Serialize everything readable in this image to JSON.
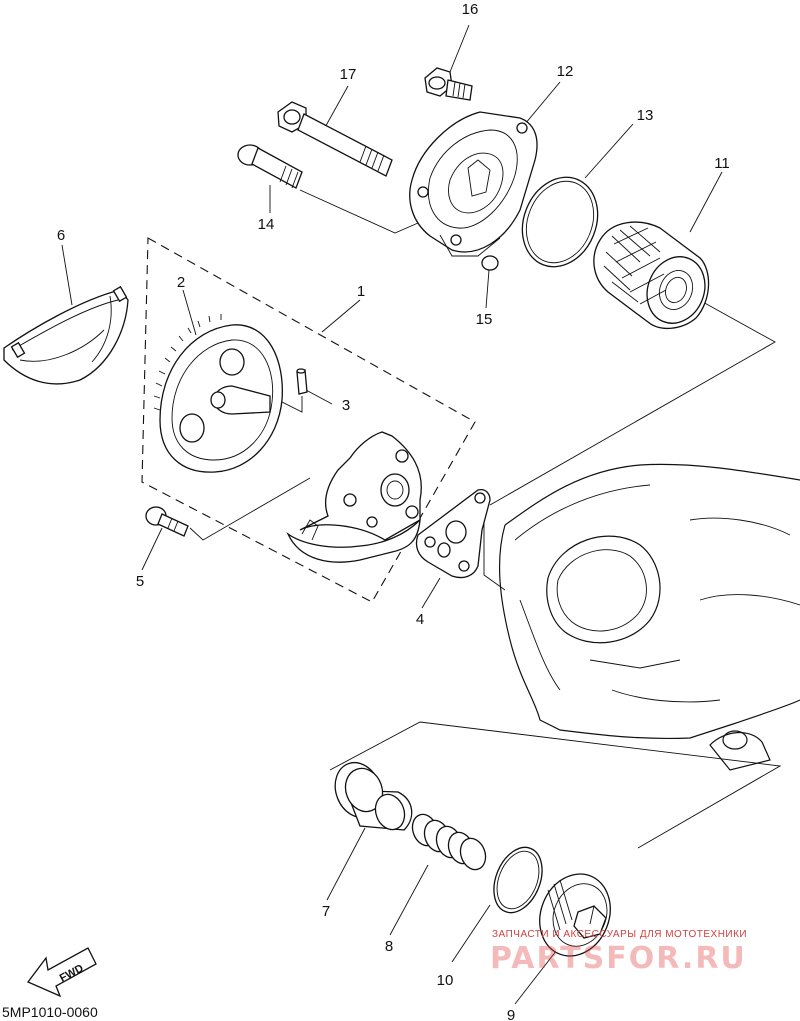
{
  "diagram": {
    "callouts": {
      "c1": "1",
      "c2": "2",
      "c3": "3",
      "c4": "4",
      "c5": "5",
      "c6": "6",
      "c7": "7",
      "c8": "8",
      "c9": "9",
      "c10": "10",
      "c11": "11",
      "c12": "12",
      "c13": "13",
      "c14": "14",
      "c15": "15",
      "c16": "16",
      "c17": "17"
    },
    "drawing_code": "5MP1010-0060",
    "fwd_label": "FWD"
  },
  "watermark": {
    "caption": "ЗАПЧАСТИ И АКСЕССУАРЫ ДЛЯ МОТОТЕХНИКИ",
    "brand": "PARTSFOR.RU"
  },
  "colors": {
    "line": "#111111",
    "watermark": "#e03a3a",
    "background": "#ffffff"
  }
}
